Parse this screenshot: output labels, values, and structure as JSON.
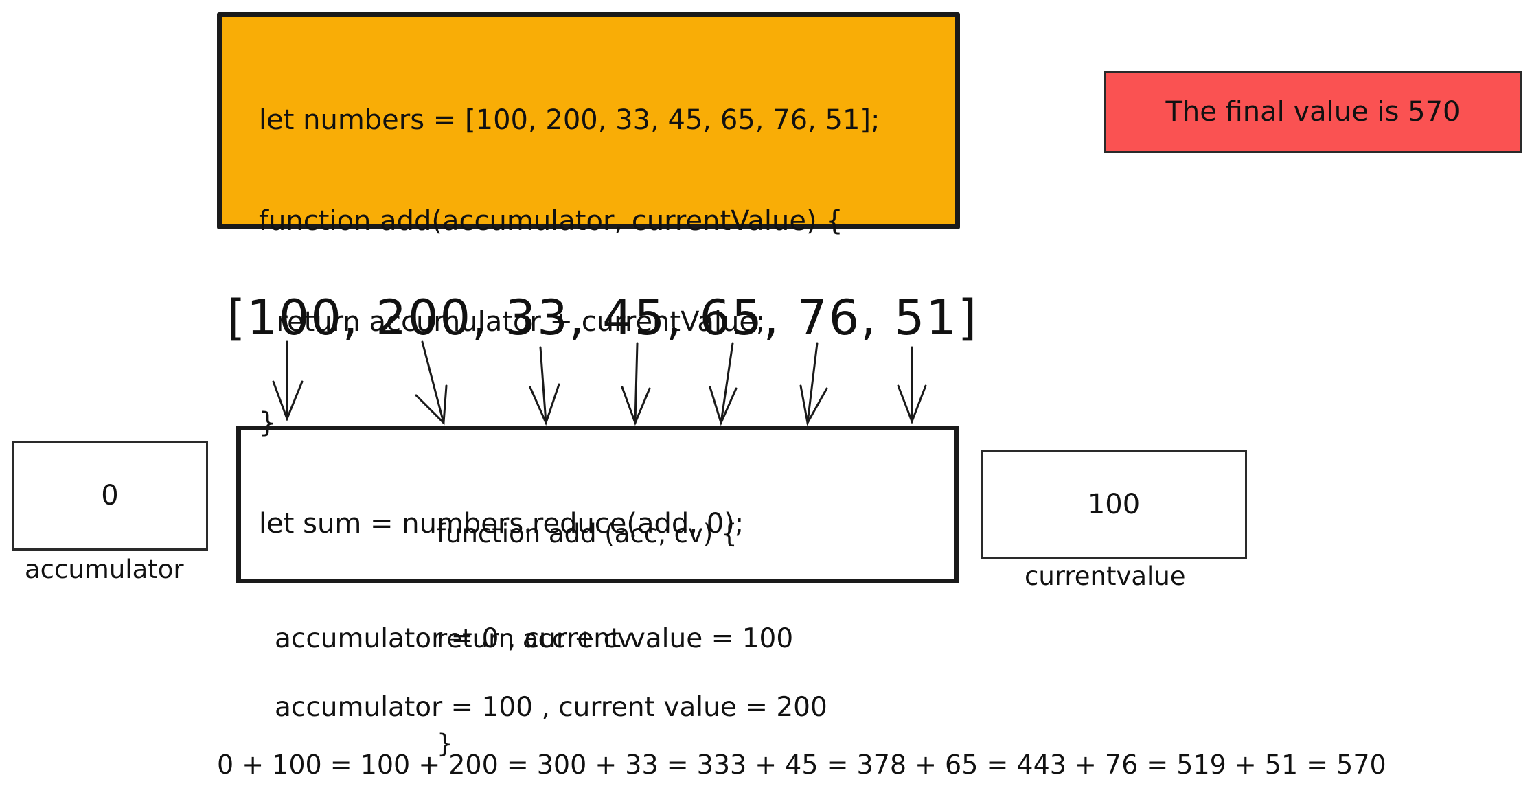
{
  "code_block": {
    "background": "#f9ad06",
    "lines": [
      "let numbers = [100, 200, 33, 45, 65, 76, 51];",
      "function add(accumulator, currentValue) {",
      "  return accumulator + currentValue;",
      "}",
      "let sum = numbers.reduce(add, 0);"
    ]
  },
  "result": {
    "text": "The final value is 570",
    "background": "#fa5252"
  },
  "array_header": "[100, 200, 33, 45, 65, 76, 51]",
  "function_box": {
    "lines": [
      "function add (acc, cv) {",
      "return acc + cv",
      "}"
    ]
  },
  "accumulator": {
    "value": "0",
    "label": "accumulator"
  },
  "current_value": {
    "value": "100",
    "label": "currentvalue"
  },
  "steps": [
    "accumulator = 0 , current value = 100",
    "accumulator = 100 , current value = 200"
  ],
  "summary": "0 + 100 = 100 + 200 = 300 + 33 = 333 + 45 = 378 + 65 = 443 + 76 = 519 + 51 = 570"
}
